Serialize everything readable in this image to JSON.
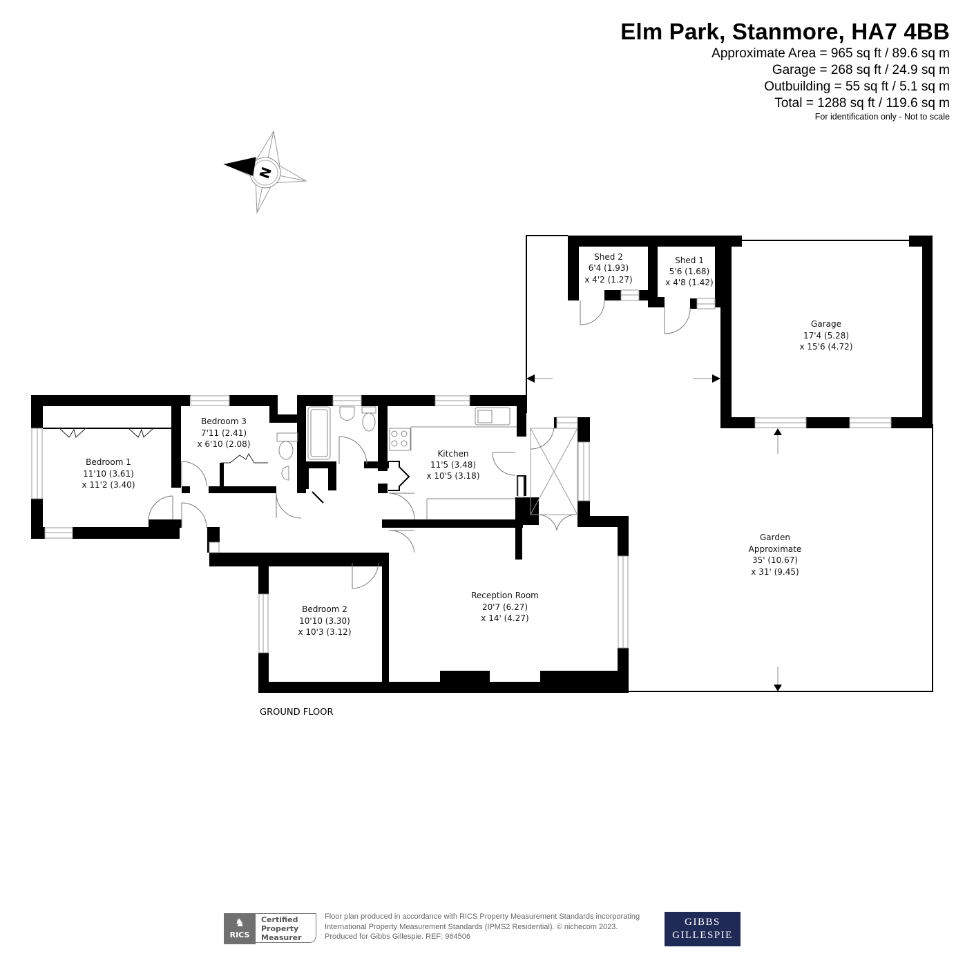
{
  "header": {
    "title": "Elm Park, Stanmore, HA7 4BB",
    "areas": [
      "Approximate Area = 965 sq ft / 89.6 sq m",
      "Garage = 268 sq ft / 24.9 sq m",
      "Outbuilding = 55 sq ft / 5.1 sq m",
      "Total = 1288 sq ft / 119.6 sq m"
    ],
    "note": "For identification only - Not to scale"
  },
  "compass": {
    "icon": "compass-north-icon",
    "letter": "N"
  },
  "floor_label": "GROUND FLOOR",
  "rooms": {
    "bedroom1": {
      "name": "Bedroom 1",
      "dim1": "11'10 (3.61)",
      "dim2": "x 11'2 (3.40)"
    },
    "bedroom3": {
      "name": "Bedroom 3",
      "dim1": "7'11 (2.41)",
      "dim2": "x 6'10 (2.08)"
    },
    "kitchen": {
      "name": "Kitchen",
      "dim1": "11'5 (3.48)",
      "dim2": "x 10'5 (3.18)"
    },
    "bedroom2": {
      "name": "Bedroom 2",
      "dim1": "10'10 (3.30)",
      "dim2": "x 10'3 (3.12)"
    },
    "reception": {
      "name": "Reception Room",
      "dim1": "20'7 (6.27)",
      "dim2": "x 14' (4.27)"
    },
    "shed2": {
      "name": "Shed 2",
      "dim1": "6'4  (1.93)",
      "dim2": "x 4'2 (1.27)"
    },
    "shed1": {
      "name": "Shed 1",
      "dim1": "5'6 (1.68)",
      "dim2": "x 4'8 (1.42)"
    },
    "garage": {
      "name": "Garage",
      "dim1": "17'4 (5.28)",
      "dim2": "x 15'6 (4.72)"
    },
    "garden": {
      "name": "Garden",
      "sub": "Approximate",
      "dim1": "35' (10.67)",
      "dim2": "x 31' (9.45)"
    }
  },
  "footer": {
    "rics_label": "RICS",
    "cert_lines": [
      "Certified",
      "Property",
      "Measurer"
    ],
    "text_lines": [
      "Floor plan produced in accordance with RICS Property Measurement Standards incorporating",
      "International Property Measurement Standards (IPMS2 Residential).   © nichecom 2023.",
      "Produced for Gibbs Gillespie.   REF:  964506"
    ],
    "brand_lines": [
      "GIBBS",
      "GILLESPIE"
    ]
  },
  "colors": {
    "wall": "#000000",
    "fixture": "#888888",
    "brand_bg": "#1f2a57",
    "rics_bg": "#707070"
  }
}
